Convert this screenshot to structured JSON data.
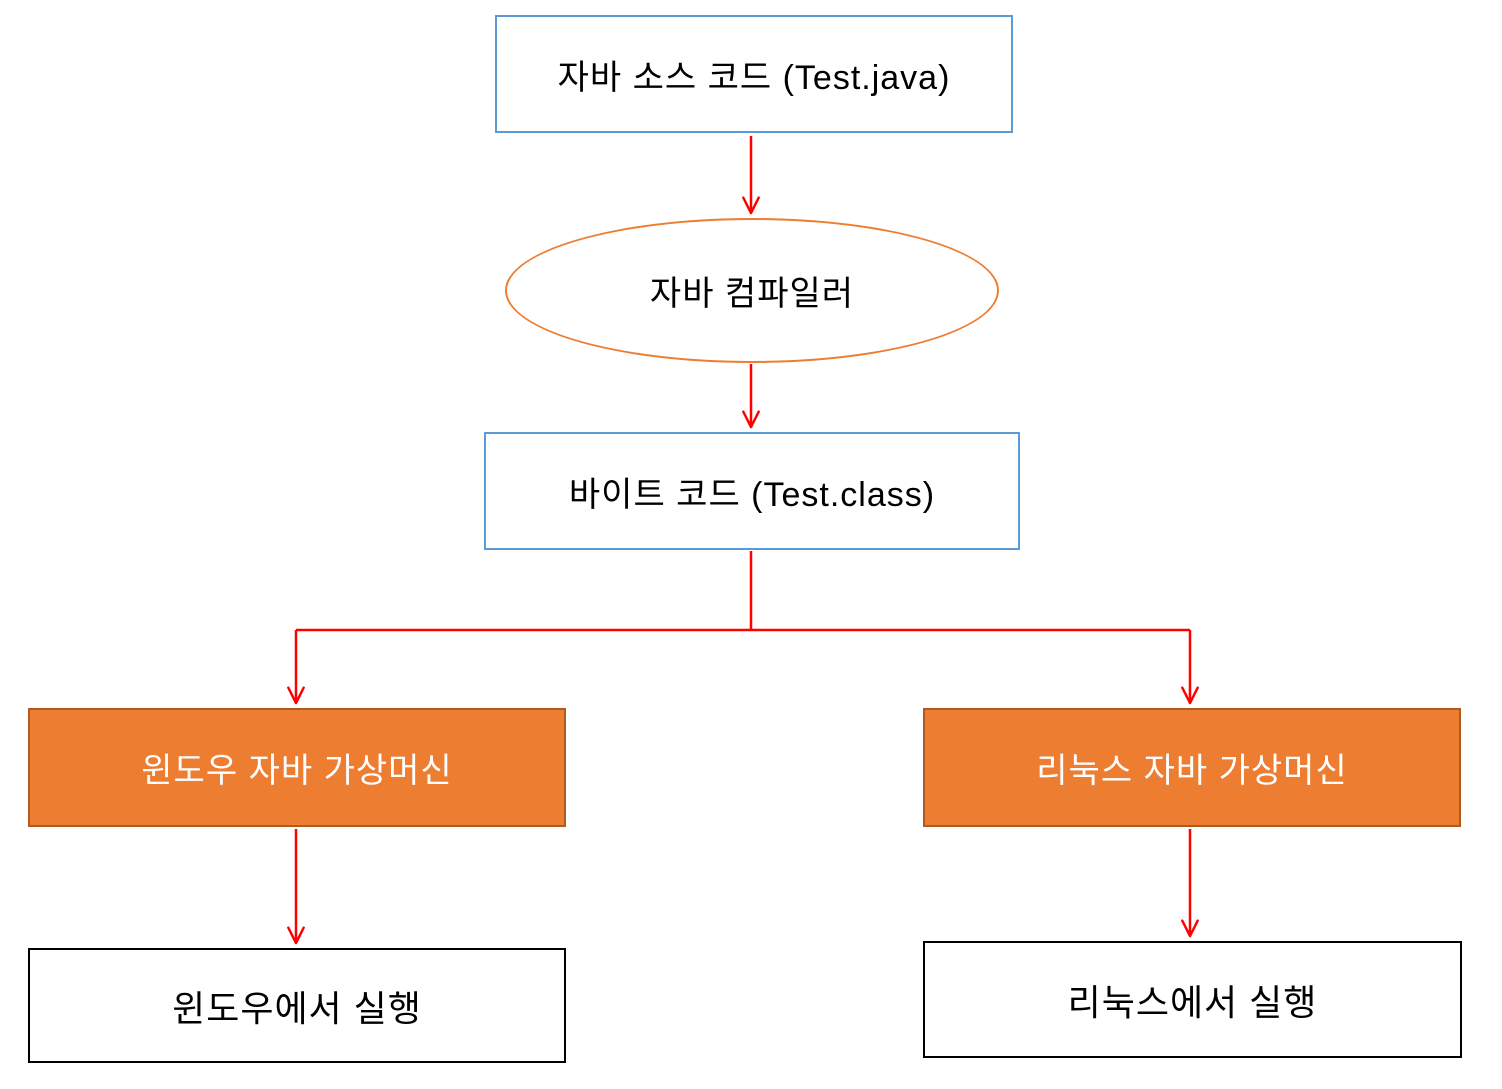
{
  "diagram": {
    "nodes": {
      "source": {
        "label": "자바 소스 코드 (Test.java)",
        "shape": "rect",
        "border_color": "#5B9BD5"
      },
      "compiler": {
        "label": "자바 컴파일러",
        "shape": "ellipse",
        "border_color": "#ED7D31"
      },
      "bytecode": {
        "label": "바이트 코드 (Test.class)",
        "shape": "rect",
        "border_color": "#5B9BD5"
      },
      "windows_jvm": {
        "label": "윈도우 자바 가상머신",
        "shape": "rect",
        "fill_color": "#ED7D31",
        "border_color": "#AE5A21",
        "text_color": "#FFFFFF"
      },
      "linux_jvm": {
        "label": "리눅스 자바 가상머신",
        "shape": "rect",
        "fill_color": "#ED7D31",
        "border_color": "#AE5A21",
        "text_color": "#FFFFFF"
      },
      "windows_run": {
        "label": "윈도우에서 실행",
        "shape": "rect",
        "border_color": "#000000"
      },
      "linux_run": {
        "label": "리눅스에서 실행",
        "shape": "rect",
        "border_color": "#000000"
      }
    },
    "edges": [
      {
        "from": "source",
        "to": "compiler",
        "color": "#FF0000"
      },
      {
        "from": "compiler",
        "to": "bytecode",
        "color": "#FF0000"
      },
      {
        "from": "bytecode",
        "to": "windows_jvm",
        "color": "#FF0000"
      },
      {
        "from": "bytecode",
        "to": "linux_jvm",
        "color": "#FF0000"
      },
      {
        "from": "windows_jvm",
        "to": "windows_run",
        "color": "#FF0000"
      },
      {
        "from": "linux_jvm",
        "to": "linux_run",
        "color": "#FF0000"
      }
    ],
    "colors": {
      "background": "#FFFFFF",
      "arrow_red": "#FF0000",
      "box_border_blue": "#5B9BD5",
      "ellipse_border_orange": "#ED7D31",
      "jvm_fill_orange": "#ED7D31",
      "jvm_border_dark": "#AE5A21",
      "plain_border_black": "#000000",
      "text_dark": "#000000",
      "text_light": "#FFFFFF"
    }
  }
}
